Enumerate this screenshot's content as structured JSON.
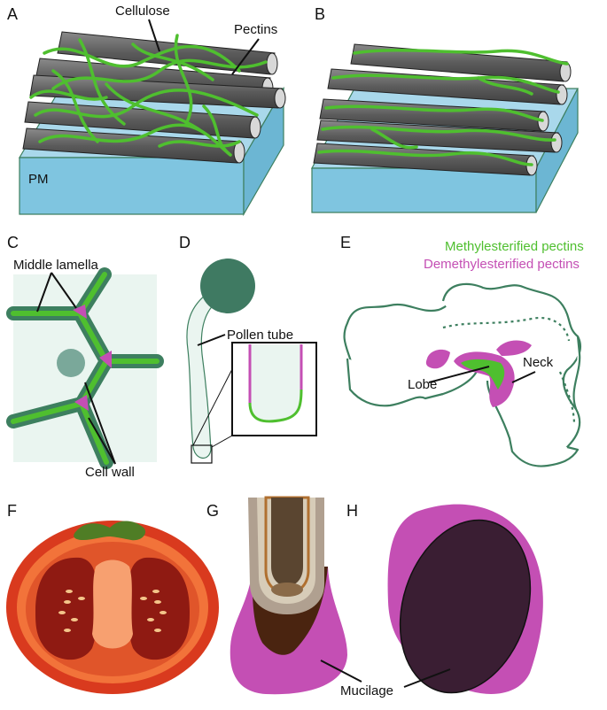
{
  "panels": {
    "a": "A",
    "b": "B",
    "c": "C",
    "d": "D",
    "e": "E",
    "f": "F",
    "g": "G",
    "h": "H"
  },
  "labels": {
    "cellulose": "Cellulose",
    "pectins": "Pectins",
    "pm": "PM",
    "middle_lamella": "Middle lamella",
    "cell_wall": "Cell wall",
    "pollen_tube": "Pollen tube",
    "neck": "Neck",
    "lobe": "Lobe",
    "mucilage": "Mucilage"
  },
  "legend": {
    "methylesterified": "Methylesterified pectins",
    "demethylesterified": "Demethylesterified pectins"
  },
  "colors": {
    "green": "#4fbf2f",
    "magenta": "#c44fb4",
    "membrane": "#7fc5e0",
    "fibril": "#5d5d5d",
    "outline": "#3d7f5f"
  }
}
